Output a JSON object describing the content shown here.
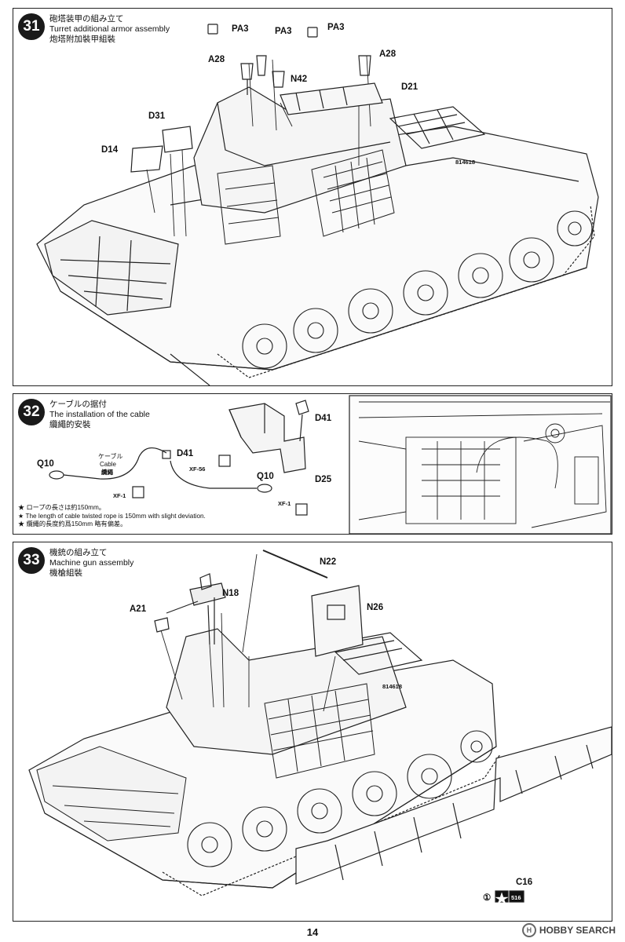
{
  "steps": [
    {
      "number": "31",
      "title_ja": "砲塔装甲の組み立て",
      "title_en": "Turret additional armor assembly",
      "title_zh": "炮塔附加裝甲組裝",
      "labels": {
        "pa3_left": "PA3",
        "pa3_mid": "PA3",
        "pa3_right": "PA3",
        "a28_left": "A28",
        "a28_right": "A28",
        "n42": "N42",
        "d21": "D21",
        "d31": "D31",
        "d14": "D14",
        "hull_number": "814618"
      }
    },
    {
      "number": "32",
      "title_ja": "ケーブルの据付",
      "title_en": "The installation of the cable",
      "title_zh": "纜繩的安裝",
      "labels": {
        "q10_left": "Q10",
        "q10_right": "Q10",
        "cable_ja": "ケーブル",
        "cable_en": "Cable",
        "cable_zh": "纜繩",
        "d41_cable": "D41",
        "d41_part": "D41",
        "d25": "D25",
        "xf56": "XF-56",
        "xf1_left": "XF-1",
        "xf1_right": "XF-1"
      },
      "notes": [
        "★ ロープの長さは約150mm。",
        "★ The length of cable twisted rope is 150mm with slight deviation.",
        "★ 纜繩的長度約爲150mm 略有偏差。"
      ]
    },
    {
      "number": "33",
      "title_ja": "機銃の組み立て",
      "title_en": "Machine gun assembly",
      "title_zh": "機槍組裝",
      "labels": {
        "n22": "N22",
        "n18": "N18",
        "a21": "A21",
        "n26": "N26",
        "c16": "C16",
        "hull_number": "814618",
        "decal_circle": "①",
        "decal_code": "516"
      }
    }
  ],
  "page_number": "14",
  "watermark": {
    "logo": "H",
    "text": "HOBBY SEARCH"
  }
}
